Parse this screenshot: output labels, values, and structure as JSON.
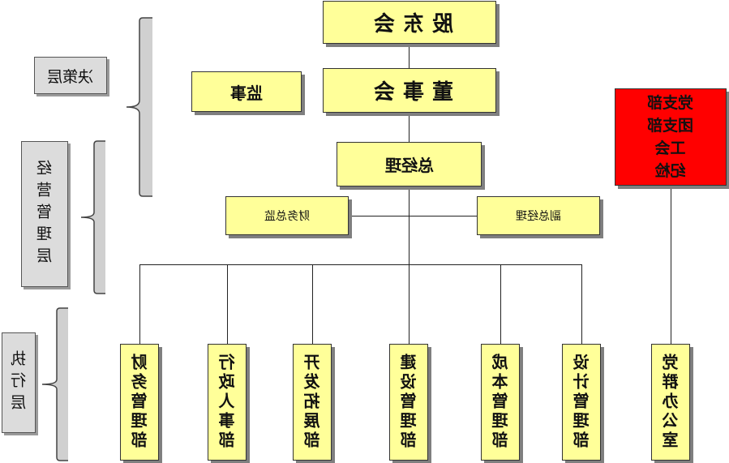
{
  "org": {
    "shareholders": "股东会",
    "board": "董事会",
    "supervisor": "监事",
    "gm": "总经理",
    "cfo": "财务总监",
    "deputy_gm": "副总经理",
    "party_groups": "党支部\n团支部\n工会\n纪检",
    "departments": [
      "财务管理部",
      "行政人事部",
      "开发拓展部",
      "建设管理部",
      "成本管理部",
      "设计管理部",
      "党群办公室"
    ]
  },
  "levels": {
    "decision": "决策层",
    "management": "经营管理层",
    "execution": "执行层"
  }
}
